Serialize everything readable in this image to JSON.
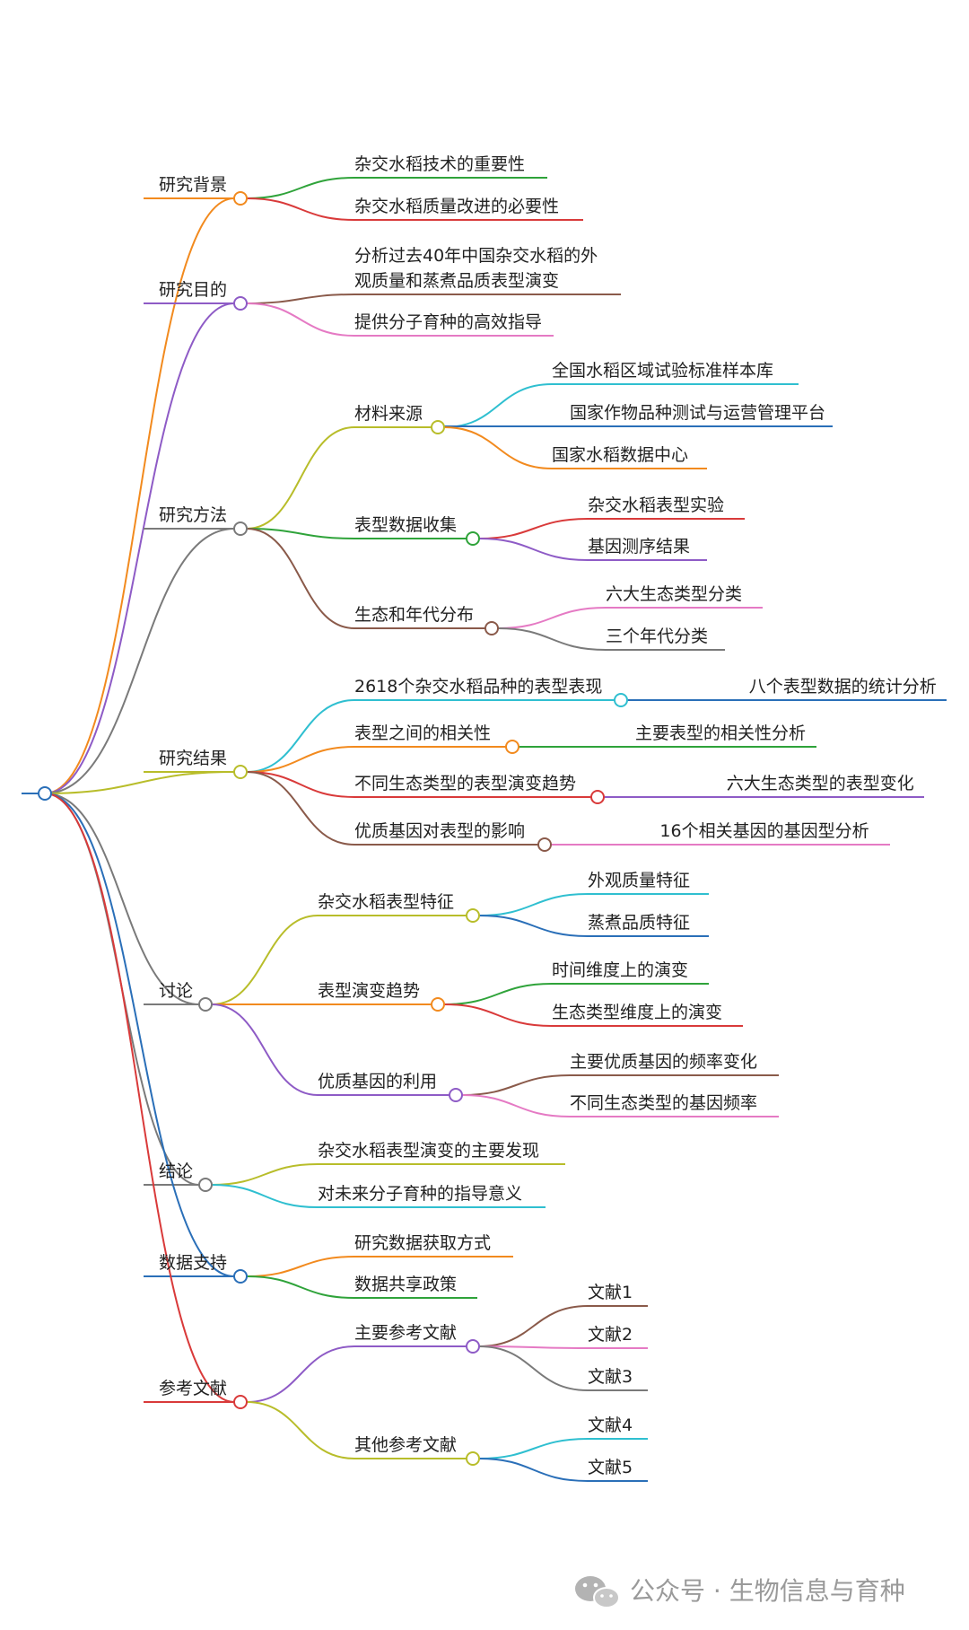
{
  "root": {
    "color": "#2a6fb8"
  },
  "branches": [
    {
      "label": "研究背景",
      "color": "#f28a1e",
      "children": [
        {
          "label": "杂交水稻技术的重要性",
          "color": "#2fa33a"
        },
        {
          "label": "杂交水稻质量改进的必要性",
          "color": "#d93a3a"
        }
      ]
    },
    {
      "label": "研究目的",
      "color": "#8e5bc6",
      "children": [
        {
          "label": "分析过去40年中国杂交水稻的外",
          "label2": "观质量和蒸煮品质表型演变",
          "color": "#8a5a4a"
        },
        {
          "label": "提供分子育种的高效指导",
          "color": "#e57ac4"
        }
      ]
    },
    {
      "label": "研究方法",
      "color": "#7a7a7a",
      "children": [
        {
          "label": "材料来源",
          "color": "#b8bd2a",
          "children": [
            {
              "label": "全国水稻区域试验标准样本库",
              "color": "#2fbfd0"
            },
            {
              "label": "国家作物品种测试与运营管理平台",
              "color": "#2a6fb8"
            },
            {
              "label": "国家水稻数据中心",
              "color": "#f28a1e"
            }
          ]
        },
        {
          "label": "表型数据收集",
          "color": "#2fa33a",
          "children": [
            {
              "label": "杂交水稻表型实验",
              "color": "#d93a3a"
            },
            {
              "label": "基因测序结果",
              "color": "#8e5bc6"
            }
          ]
        },
        {
          "label": "生态和年代分布",
          "color": "#8a5a4a",
          "children": [
            {
              "label": "六大生态类型分类",
              "color": "#e57ac4"
            },
            {
              "label": "三个年代分类",
              "color": "#7a7a7a"
            }
          ]
        }
      ]
    },
    {
      "label": "研究结果",
      "color": "#b8bd2a",
      "children": [
        {
          "label": "2618个杂交水稻品种的表型表现",
          "color": "#2fbfd0",
          "children": [
            {
              "label": "八个表型数据的统计分析",
              "color": "#2a6fb8"
            }
          ]
        },
        {
          "label": "表型之间的相关性",
          "color": "#f28a1e",
          "children": [
            {
              "label": "主要表型的相关性分析",
              "color": "#2fa33a"
            }
          ]
        },
        {
          "label": "不同生态类型的表型演变趋势",
          "color": "#d93a3a",
          "children": [
            {
              "label": "六大生态类型的表型变化",
              "color": "#8e5bc6"
            }
          ]
        },
        {
          "label": "优质基因对表型的影响",
          "color": "#8a5a4a",
          "children": [
            {
              "label": "16个相关基因的基因型分析",
              "color": "#e57ac4"
            }
          ]
        }
      ]
    },
    {
      "label": "讨论",
      "color": "#7a7a7a",
      "children": [
        {
          "label": "杂交水稻表型特征",
          "color": "#b8bd2a",
          "children": [
            {
              "label": "外观质量特征",
              "color": "#2fbfd0"
            },
            {
              "label": "蒸煮品质特征",
              "color": "#2a6fb8"
            }
          ]
        },
        {
          "label": "表型演变趋势",
          "color": "#f28a1e",
          "children": [
            {
              "label": "时间维度上的演变",
              "color": "#2fa33a"
            },
            {
              "label": "生态类型维度上的演变",
              "color": "#d93a3a"
            }
          ]
        },
        {
          "label": "优质基因的利用",
          "color": "#8e5bc6",
          "children": [
            {
              "label": "主要优质基因的频率变化",
              "color": "#8a5a4a"
            },
            {
              "label": "不同生态类型的基因频率",
              "color": "#e57ac4"
            }
          ]
        }
      ]
    },
    {
      "label": "结论",
      "color": "#7a7a7a",
      "children": [
        {
          "label": "杂交水稻表型演变的主要发现",
          "color": "#b8bd2a"
        },
        {
          "label": "对未来分子育种的指导意义",
          "color": "#2fbfd0"
        }
      ]
    },
    {
      "label": "数据支持",
      "color": "#2a6fb8",
      "children": [
        {
          "label": "研究数据获取方式",
          "color": "#f28a1e"
        },
        {
          "label": "数据共享政策",
          "color": "#2fa33a"
        }
      ]
    },
    {
      "label": "参考文献",
      "color": "#d93a3a",
      "children": [
        {
          "label": "主要参考文献",
          "color": "#8e5bc6",
          "children": [
            {
              "label": "文献1",
              "color": "#8a5a4a"
            },
            {
              "label": "文献2",
              "color": "#e57ac4"
            },
            {
              "label": "文献3",
              "color": "#7a7a7a"
            }
          ]
        },
        {
          "label": "其他参考文献",
          "color": "#b8bd2a",
          "children": [
            {
              "label": "文献4",
              "color": "#2fbfd0"
            },
            {
              "label": "文献5",
              "color": "#2a6fb8"
            }
          ]
        }
      ]
    }
  ],
  "watermark": {
    "text": "公众号 · 生物信息与育种",
    "icon": "wechat-icon"
  }
}
